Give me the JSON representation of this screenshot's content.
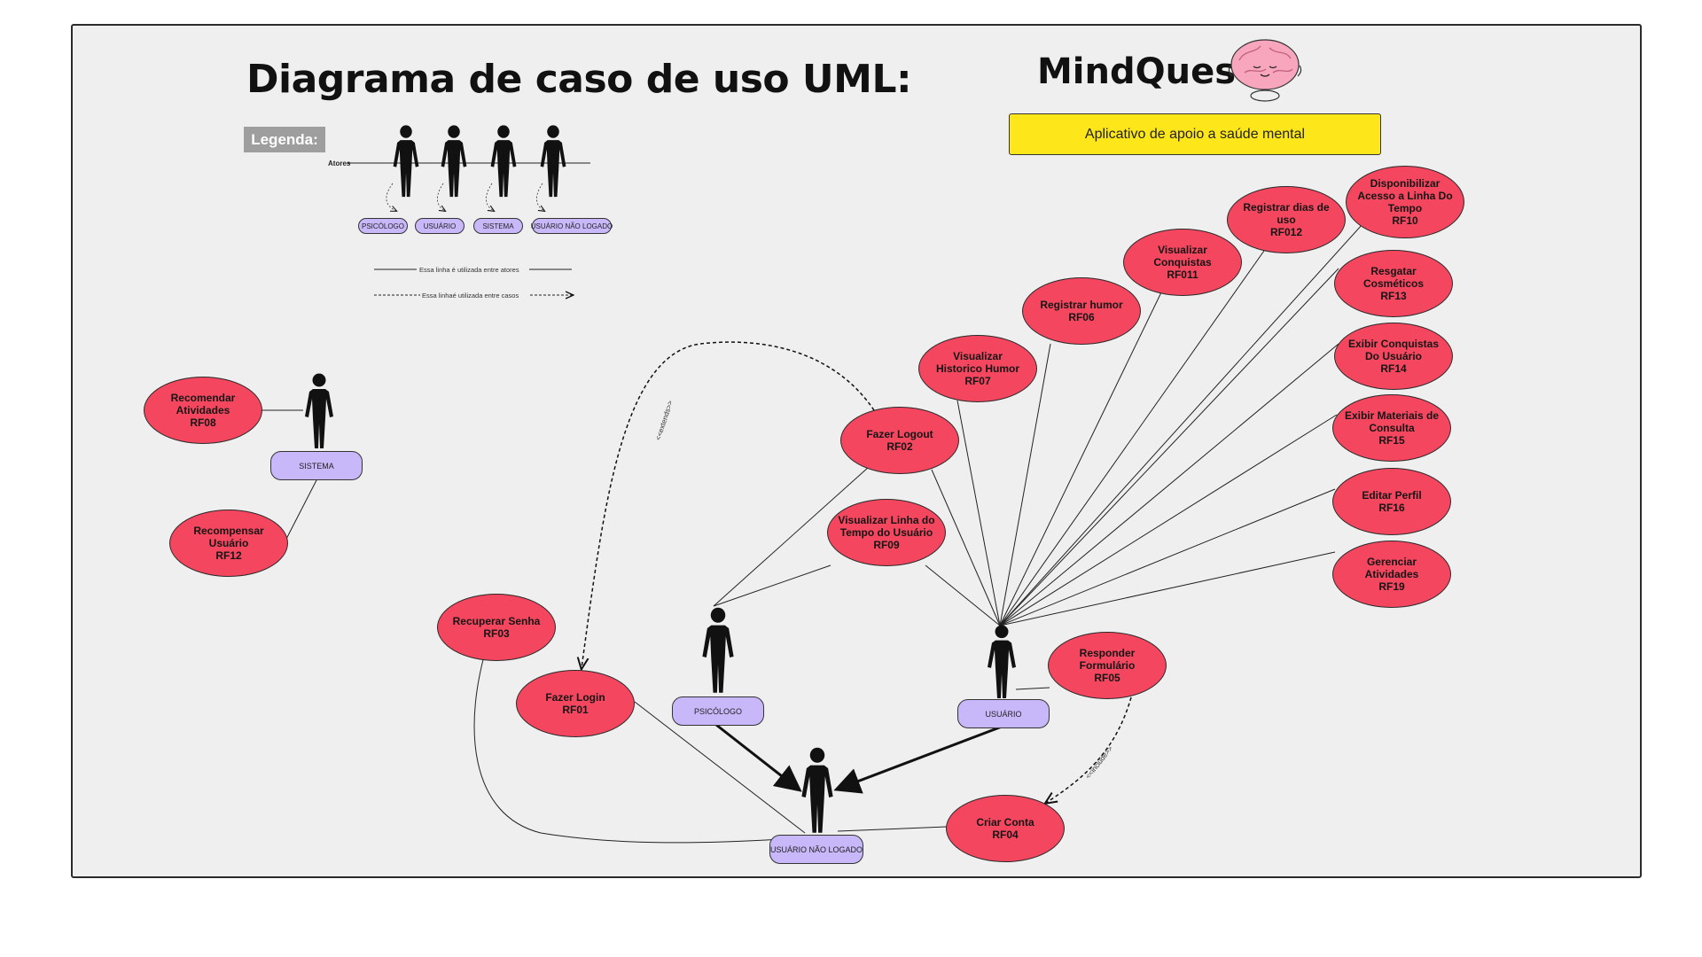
{
  "title": "Diagrama de caso de uso UML:",
  "brand": {
    "name": "MindQuest",
    "tagline": "Aplicativo de apoio a saúde mental",
    "mascot_icon": "brain-icon"
  },
  "legend": {
    "title": "Legenda:",
    "actors_label": "Atores",
    "actors": [
      "PSICÓLOGO",
      "USUÁRIO",
      "SISTEMA",
      "USUÁRIO NÃO LOGADO"
    ],
    "solid_line_note": "Essa linha é utilizada entre atores",
    "dashed_line_note": "Essa linhaé utilizada entre casos"
  },
  "actors": {
    "sistema": "SISTEMA",
    "psicologo": "PSICÓLOGO",
    "usuario": "USUÁRIO",
    "nao_logado": "USUÁRIO NÃO LOGADO"
  },
  "use_cases": {
    "rf08": "Recomendar\nAtividades\nRF08",
    "rf12": "Recompensar\nUsuário\nRF12",
    "rf03": "Recuperar Senha\nRF03",
    "rf01": "Fazer Login\nRF01",
    "rf02": "Fazer Logout\nRF02",
    "rf07": "Visualizar\nHistorico Humor\nRF07",
    "rf06": "Registrar humor\nRF06",
    "rf011": "Visualizar\nConquistas\nRF011",
    "rf012": "Registrar dias de\nuso\nRF012",
    "rf10": "Disponibilizar\nAcesso a Linha Do\nTempo\nRF10",
    "rf13": "Resgatar\nCosméticos\nRF13",
    "rf14": "Exibir Conquistas\nDo Usuário\nRF14",
    "rf15": "Exibir Materiais de\nConsulta\nRF15",
    "rf16": "Editar Perfil\nRF16",
    "rf19": "Gerenciar\nAtividades\nRF19",
    "rf09": "Visualizar Linha do\nTempo do Usuário\nRF09",
    "rf05": "Responder\nFormulário\nRF05",
    "rf04": "Criar Conta\nRF04"
  },
  "relations": {
    "extends": "<<extends>>",
    "include": "<<include>>"
  },
  "colors": {
    "use_case": "#f4475f",
    "actor_tag": "#c8b8fa",
    "tagline_bg": "#fde619",
    "board": "#efefef"
  }
}
